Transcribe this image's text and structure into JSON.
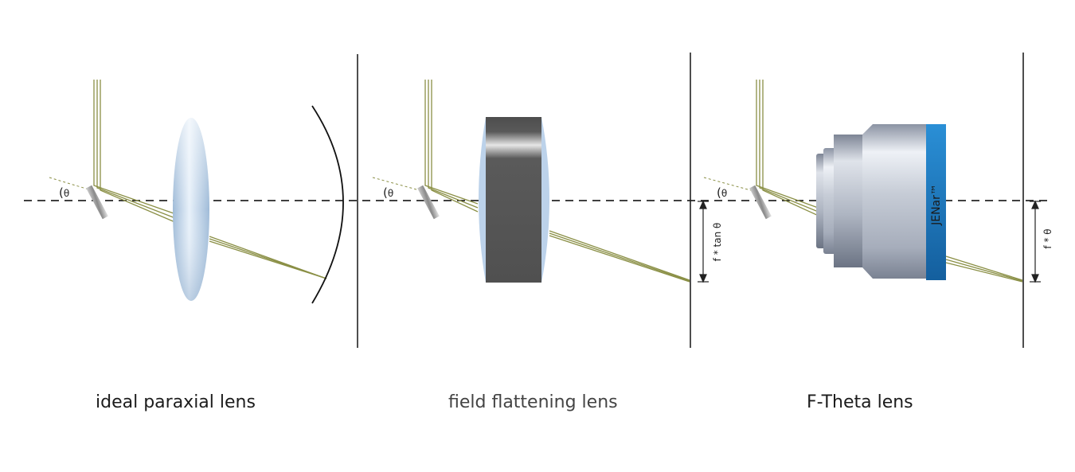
{
  "panels": [
    {
      "caption": "ideal paraxial lens",
      "angle_symbol": "θ"
    },
    {
      "caption": "field flattening lens",
      "angle_symbol": "θ",
      "image_height_label": "f * tan θ"
    },
    {
      "caption": "F-Theta lens",
      "angle_symbol": "θ",
      "image_height_label": "f * θ",
      "lens_brand": "JENar™"
    }
  ],
  "colors": {
    "beam": "#8a8f45",
    "optical_axis": "#000000",
    "lens_glass": "#b8cfe6",
    "flattening_lens_body": "#555555",
    "ftheta_lens_metal": "#b9c0cc",
    "ftheta_ring": "#1f7fc4"
  }
}
